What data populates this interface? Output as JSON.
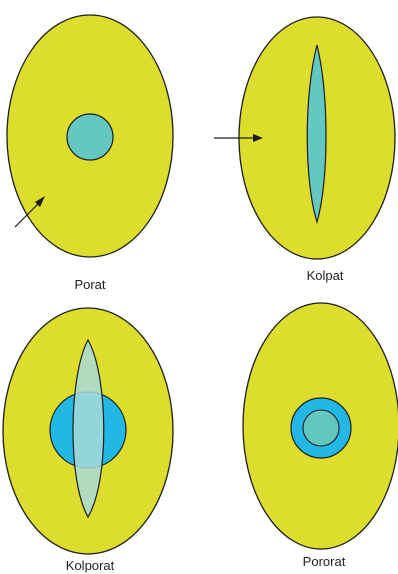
{
  "panels": [
    {
      "id": "porat",
      "label": "Porat"
    },
    {
      "id": "kolpat",
      "label": "Kolpat"
    },
    {
      "id": "kolporat",
      "label": "Kolporat"
    },
    {
      "id": "pororat",
      "label": "Pororat"
    }
  ],
  "colors": {
    "grain_fill": "#dddd2e",
    "pore_teal": "#64c7c2",
    "pore_blue": "#22b7e5",
    "pore_pale": "#a8dbd8",
    "outline": "#1d1d1d"
  },
  "icons": {
    "arrow_porat": "arrow-icon",
    "arrow_kolpat": "arrow-icon"
  }
}
